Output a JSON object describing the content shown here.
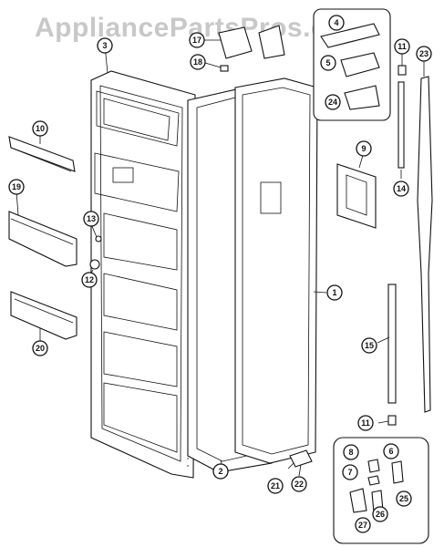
{
  "watermark": "AppliancePartsPros.com",
  "callouts": [
    "1",
    "2",
    "3",
    "4",
    "5",
    "6",
    "7",
    "8",
    "9",
    "10",
    "11",
    "11",
    "12",
    "13",
    "14",
    "15",
    "17",
    "18",
    "19",
    "20",
    "21",
    "22",
    "23",
    "24",
    "25",
    "26",
    "27"
  ]
}
